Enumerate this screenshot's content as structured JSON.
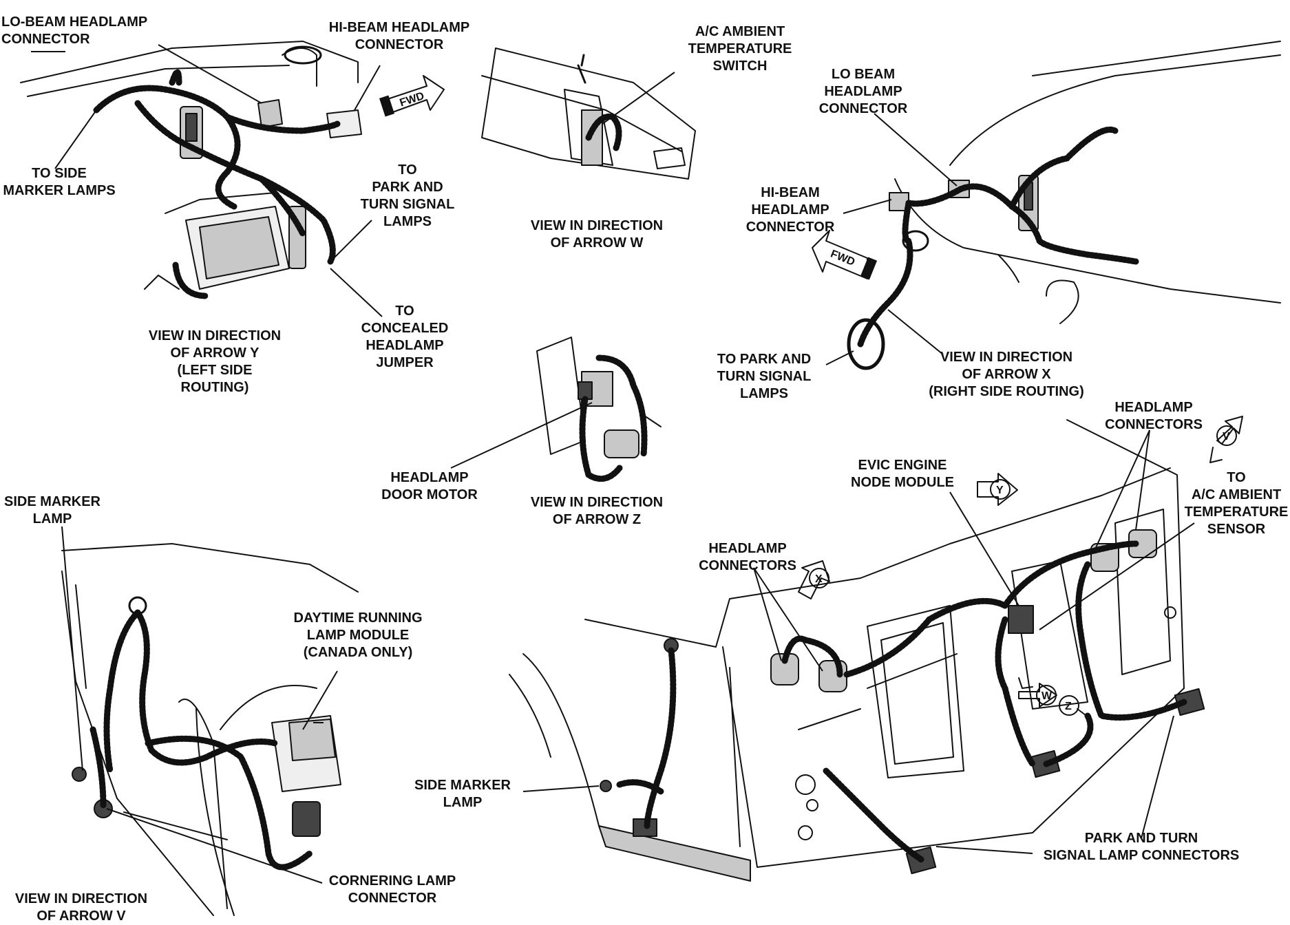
{
  "labels": {
    "lo_beam_headlamp_connector_y": "LO-BEAM HEADLAMP\nCONNECTOR",
    "hi_beam_headlamp_connector_y": "HI-BEAM HEADLAMP\nCONNECTOR",
    "to_side_marker_lamps": "TO SIDE\nMARKER LAMPS",
    "to_park_and_turn_signal_lamps_y": "TO\nPARK AND\nTURN SIGNAL\nLAMPS",
    "to_concealed_headlamp_jumper": "TO\nCONCEALED\nHEADLAMP\nJUMPER",
    "view_arrow_y": "VIEW IN DIRECTION\nOF ARROW Y\n(LEFT SIDE\nROUTING)",
    "ac_ambient_temperature_switch": "A/C AMBIENT\nTEMPERATURE\nSWITCH",
    "view_arrow_w": "VIEW IN DIRECTION\nOF ARROW W",
    "lo_beam_headlamp_connector_x": "LO BEAM\nHEADLAMP\nCONNECTOR",
    "hi_beam_headlamp_connector_x": "HI-BEAM\nHEADLAMP\nCONNECTOR",
    "to_park_and_turn_signal_lamps_x": "TO PARK AND\nTURN SIGNAL\nLAMPS",
    "view_arrow_x": "VIEW IN DIRECTION\nOF ARROW X\n(RIGHT SIDE ROUTING)",
    "headlamp_door_motor": "HEADLAMP\nDOOR MOTOR",
    "view_arrow_z": "VIEW IN DIRECTION\nOF ARROW Z",
    "side_marker_lamp_v": "SIDE MARKER\nLAMP",
    "daytime_running_lamp_module": "DAYTIME RUNNING\nLAMP MODULE\n(CANADA ONLY)",
    "cornering_lamp_connector": "CORNERING LAMP\nCONNECTOR",
    "view_arrow_v": "VIEW IN DIRECTION\nOF ARROW V",
    "headlamp_connectors_right": "HEADLAMP\nCONNECTORS",
    "evic_engine_node_module": "EVIC ENGINE\nNODE MODULE",
    "to_ac_ambient_temperature_sensor": "TO\nA/C AMBIENT\nTEMPERATURE\nSENSOR",
    "headlamp_connectors_left": "HEADLAMP\nCONNECTORS",
    "side_marker_lamp_main": "SIDE MARKER\nLAMP",
    "park_and_turn_signal_lamp_connectors": "PARK AND TURN\nSIGNAL LAMP CONNECTORS"
  },
  "arrows": {
    "fwd": "FWD",
    "v": "V",
    "w": "W",
    "x": "X",
    "y": "Y",
    "z": "Z"
  }
}
